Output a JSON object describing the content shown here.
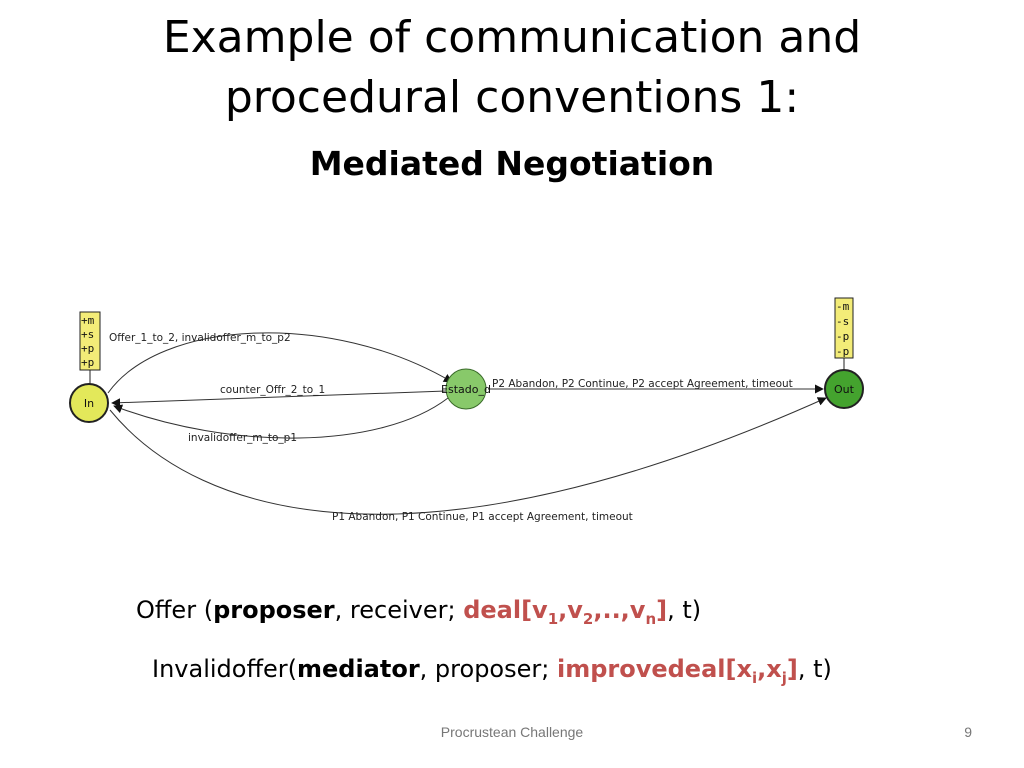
{
  "slide": {
    "title_line1": "Example of communication and",
    "title_line2": "procedural conventions 1:",
    "subtitle": "Mediated Negotiation",
    "footer_text": "Procrustean Challenge",
    "page_number": "9"
  },
  "diagram": {
    "nodes": {
      "in": {
        "label": "In",
        "color": "#e3e85a"
      },
      "estado": {
        "label": "Estado_d",
        "color": "#88c96a"
      },
      "out": {
        "label": "Out",
        "color": "#44a32e"
      }
    },
    "in_box": [
      "+m",
      "+s",
      "+p",
      "+p"
    ],
    "out_box": [
      "-m",
      "-s",
      "-p",
      "-p"
    ],
    "box_color": "#f3ec78",
    "edges": {
      "offer": "Offer_1_to_2, invalidoffer_m_to_p2",
      "counter": "counter_Offr_2_to_1",
      "invalid_p1": "invalidoffer_m_to_p1",
      "p2_exit": "P2 Abandon, P2 Continue, P2 accept Agreement, timeout",
      "p1_exit": "P1 Abandon, P1 Continue, P1 accept Agreement, timeout"
    }
  },
  "formulas": {
    "offer": {
      "prefix": "Offer (",
      "role": "proposer",
      "middle": ", receiver; ",
      "deal_open": "deal[v",
      "sub1": "1",
      "sep1": ",v",
      "sub2": "2",
      "sep2": ",..,v",
      "subn": "n",
      "deal_close": "]",
      "suffix": ", t)"
    },
    "invalidoffer": {
      "prefix": "Invalidoffer(",
      "role": "mediator",
      "middle": ", proposer; ",
      "deal_open": "improvedeal[x",
      "subi": "i",
      "sep": ",x",
      "subj": "j",
      "deal_close": "]",
      "suffix": ", t)"
    }
  },
  "colors": {
    "highlight": "#c0504d",
    "footer": "#777777"
  }
}
